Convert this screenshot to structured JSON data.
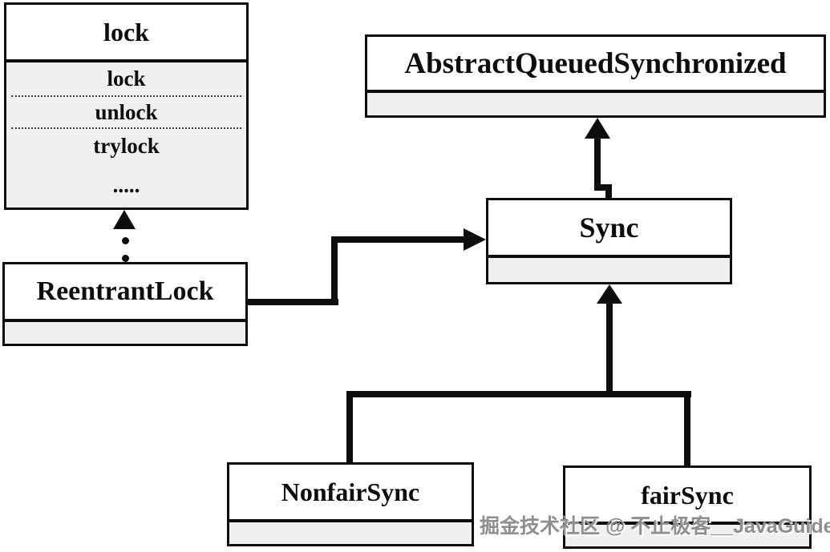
{
  "diagram": {
    "type": "uml-class-diagram",
    "classes": {
      "lock": {
        "title": "lock",
        "methods": [
          "lock",
          "unlock",
          "trylock",
          "....."
        ]
      },
      "aqs": {
        "title": "AbstractQueuedSynchronized",
        "methods": []
      },
      "sync": {
        "title": "Sync",
        "methods": []
      },
      "reentrantLock": {
        "title": "ReentrantLock",
        "methods": []
      },
      "nonfairSync": {
        "title": "NonfairSync",
        "methods": []
      },
      "fairSync": {
        "title": "fairSync",
        "methods": []
      }
    },
    "relationships": [
      {
        "from": "ReentrantLock",
        "to": "lock",
        "style": "dotted-arrow"
      },
      {
        "from": "ReentrantLock",
        "to": "Sync",
        "style": "solid-arrow"
      },
      {
        "from": "Sync",
        "to": "AbstractQueuedSynchronized",
        "style": "solid-arrow"
      },
      {
        "from": "NonfairSync",
        "to": "Sync",
        "style": "solid-arrow"
      },
      {
        "from": "fairSync",
        "to": "Sync",
        "style": "solid-arrow"
      }
    ],
    "watermark": "掘金技术社区 @ 不止极客__JavaGuide_net"
  },
  "colors": {
    "border": "#0d0d0d",
    "section_fill": "#f0f0f0",
    "background": "#ffffff",
    "watermark": "#8f8f8f"
  }
}
